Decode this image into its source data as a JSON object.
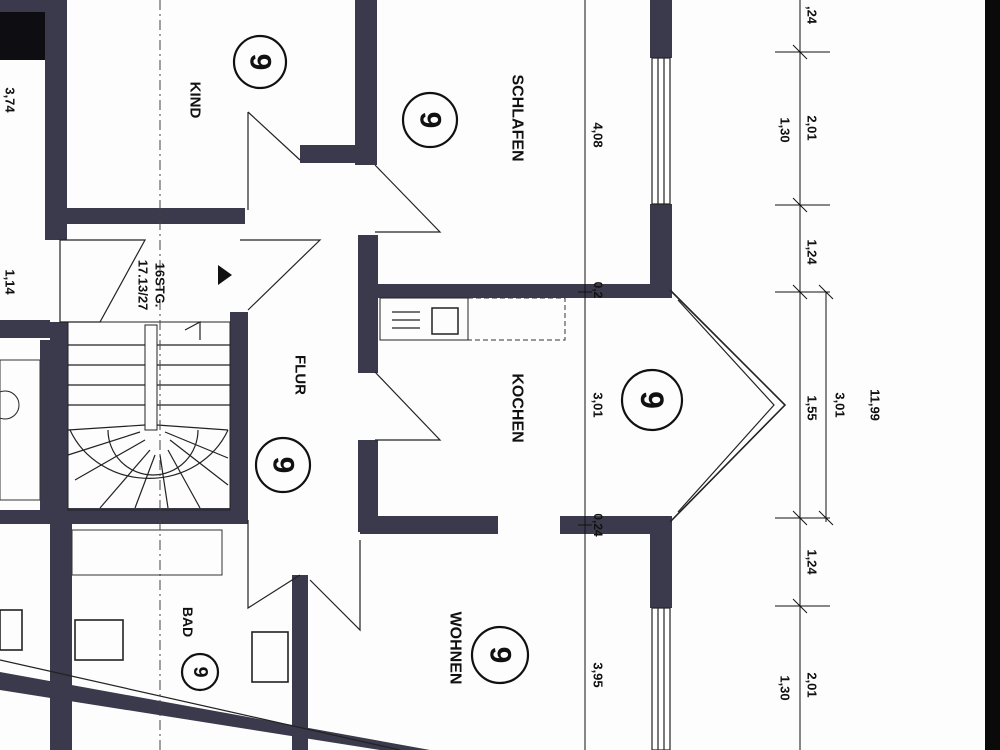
{
  "rooms": {
    "kind": "KIND",
    "schlafen": "SCHLAFEN",
    "flur": "FLUR",
    "kochen": "KOCHEN",
    "wohnen": "WOHNEN",
    "bad": "BAD"
  },
  "room_marker": "9",
  "stair": {
    "steps": "16STG.",
    "ratio": "17.13/27"
  },
  "dimensions": {
    "left_374": "3,74",
    "left_114": "1,14",
    "inner_408": "4,08",
    "inner_301": "3,01",
    "inner_395": "3,95",
    "inner_02_top": "0,2",
    "inner_02_bottom": "0,24",
    "r1_124_top": ",24",
    "r1_130_top": "1,30",
    "r2_201_top": "2,01",
    "r1_124_mid": "1,24",
    "r1_155": "1,55",
    "r2_301": "3,01",
    "r1_124_low": "1,24",
    "r1_130_low": "1,30",
    "r2_201_low": "2,01",
    "total": "11,99"
  }
}
